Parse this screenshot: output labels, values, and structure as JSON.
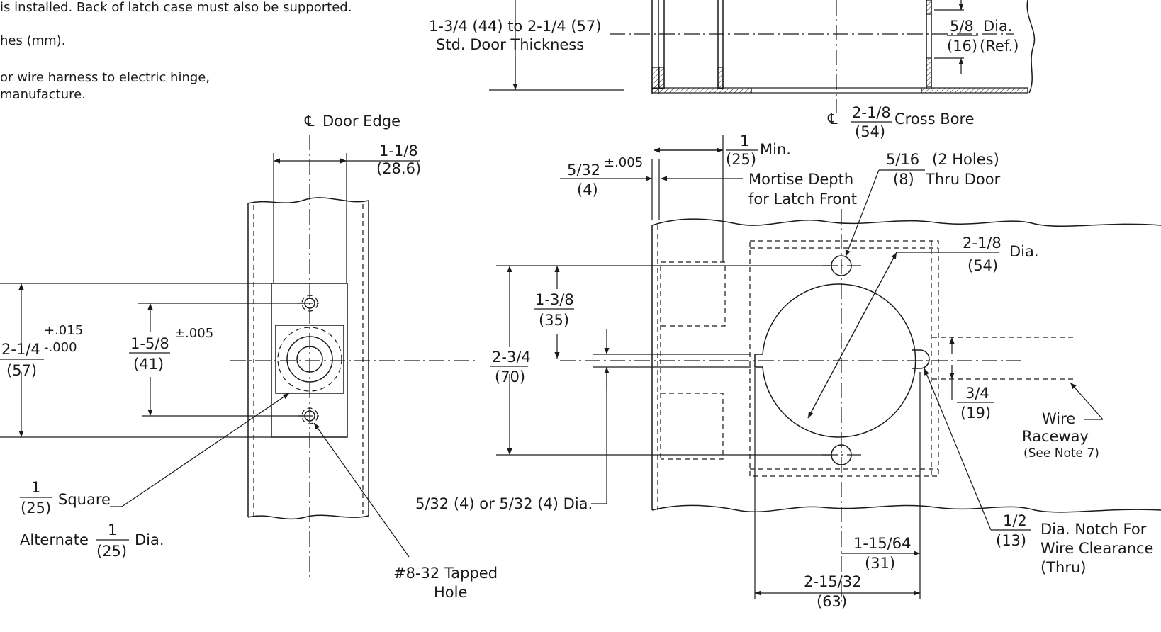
{
  "notes": {
    "line1": "is installed. Back of latch case must also be supported.",
    "line2": "hes (mm).",
    "line3": "or wire harness to electric hinge,",
    "line4": "manufacture."
  },
  "top_section": {
    "door_thickness_range": "1-3/4 (44) to 2-1/4 (57)",
    "door_thickness_label": "Std. Door Thickness",
    "dia_num": "5/8",
    "dia_word": "Dia.",
    "dia_mm": "(16)",
    "dia_ref": "(Ref.)",
    "cross_bore_num": "2-1/8",
    "cross_bore_mm": "(54)",
    "cross_bore_label": "Cross Bore",
    "centerline_symbol": "℄"
  },
  "edge_view": {
    "door_edge_label": "Door Edge",
    "centerline_symbol": "℄",
    "width_num": "1-1/8",
    "width_mm": "(28.6)",
    "height_num": "2-1/4",
    "height_mm": "(57)",
    "height_tol_plus": "+.015",
    "height_tol_minus": "-.000",
    "holes_num": "1-5/8",
    "holes_mm": "(41)",
    "holes_tol": "±.005",
    "square_num": "1",
    "square_mm": "(25)",
    "square_label": "Square",
    "alternate_label": "Alternate",
    "alt_num": "1",
    "alt_mm": "(25)",
    "alt_dia": "Dia.",
    "tapped_line1": "#8-32 Tapped",
    "tapped_line2": "Hole"
  },
  "face_view": {
    "min_num": "1",
    "min_mm": "(25)",
    "min_label": "Min.",
    "mortise_num": "5/32",
    "mortise_tol": "±.005",
    "mortise_mm": "(4)",
    "mortise_label1": "Mortise Depth",
    "mortise_label2": "for Latch Front",
    "holes_num": "5/16",
    "holes_count": "(2 Holes)",
    "holes_mm": "(8)",
    "holes_thru": "Thru Door",
    "bore_num": "2-1/8",
    "bore_dia": "Dia.",
    "bore_mm": "(54)",
    "hole_spacing_num": "1-3/8",
    "hole_spacing_mm": "(35)",
    "overall_num": "2-3/4",
    "overall_mm": "(70)",
    "raceway_num": "3/4",
    "raceway_mm": "(19)",
    "raceway_word1": "Wire",
    "raceway_word2": "Raceway",
    "raceway_note": "(See Note 7)",
    "slot_label": "5/32 (4) or 5/32 (4) Dia.",
    "notch_num": "1/2",
    "notch_mm": "(13)",
    "notch_line1": "Dia. Notch For",
    "notch_line2": "Wire Clearance",
    "notch_line3": "(Thru)",
    "offset_num": "1-15/64",
    "offset_mm": "(31)",
    "backset_num": "2-15/32",
    "backset_mm": "(63)"
  }
}
